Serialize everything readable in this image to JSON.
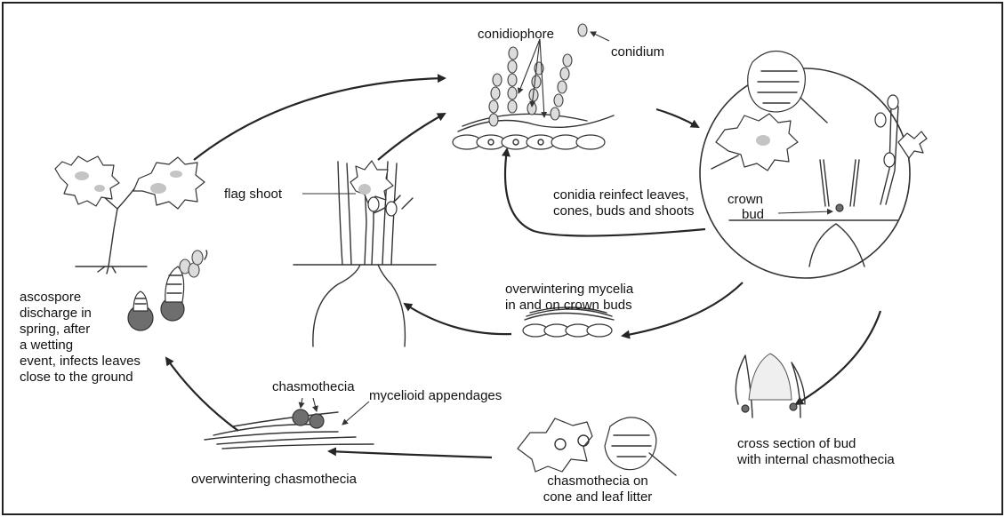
{
  "labels": {
    "conidiophore": "conidiophore",
    "conidium": "conidium",
    "flag_shoot": "flag shoot",
    "reinfect": [
      "conidia reinfect leaves,",
      "cones, buds and shoots"
    ],
    "crown_bud": [
      "crown",
      "bud"
    ],
    "overwintering_mycelia": [
      "overwintering mycelia",
      "in and on crown buds"
    ],
    "ascospore": [
      "ascospore",
      "discharge in",
      "spring, after",
      "a wetting",
      "event, infects leaves",
      "close to the ground"
    ],
    "chasmothecia": "chasmothecia",
    "mycelioid_appendages": "mycelioid appendages",
    "overwintering_chasmothecia": "overwintering chasmothecia",
    "cross_section": [
      "cross section of bud",
      "with internal chasmothecia"
    ],
    "chasmothecia_on_cone": [
      "chasmothecia on",
      "cone and leaf litter"
    ]
  },
  "colors": {
    "ink": "#333333",
    "lesion": "#c4c4c4",
    "background": "#ffffff"
  }
}
